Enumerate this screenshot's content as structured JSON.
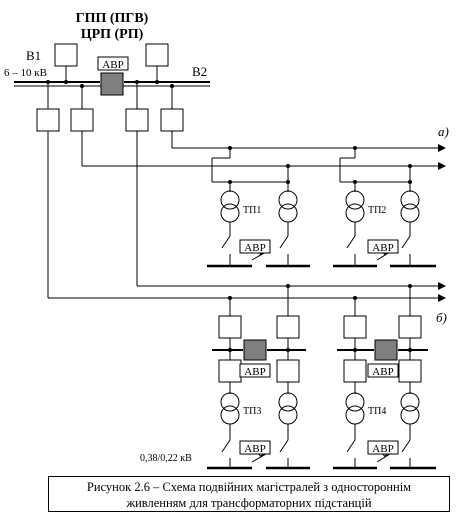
{
  "header": {
    "line1": "ГПП (ПГВ)",
    "line2": "ЦРП  (РП)"
  },
  "labels": {
    "bus1": "В1",
    "bus2": "В2",
    "voltage_hv": "6 – 10 кВ",
    "avr": "АВР",
    "variant_a": "а)",
    "variant_b": "б)",
    "tp1": "ТП1",
    "tp2": "ТП2",
    "tp3": "ТП3",
    "tp4": "ТП4",
    "voltage_lv": "0,38/0,22 кВ"
  },
  "caption": {
    "line1": "Рисунок 2.6 – Схема подвійних магістралей з одностороннім",
    "line2": "живленням для трансформаторних підстанцій"
  },
  "colors": {
    "line": "#000000",
    "avr_fill": "#7f7f7f"
  }
}
